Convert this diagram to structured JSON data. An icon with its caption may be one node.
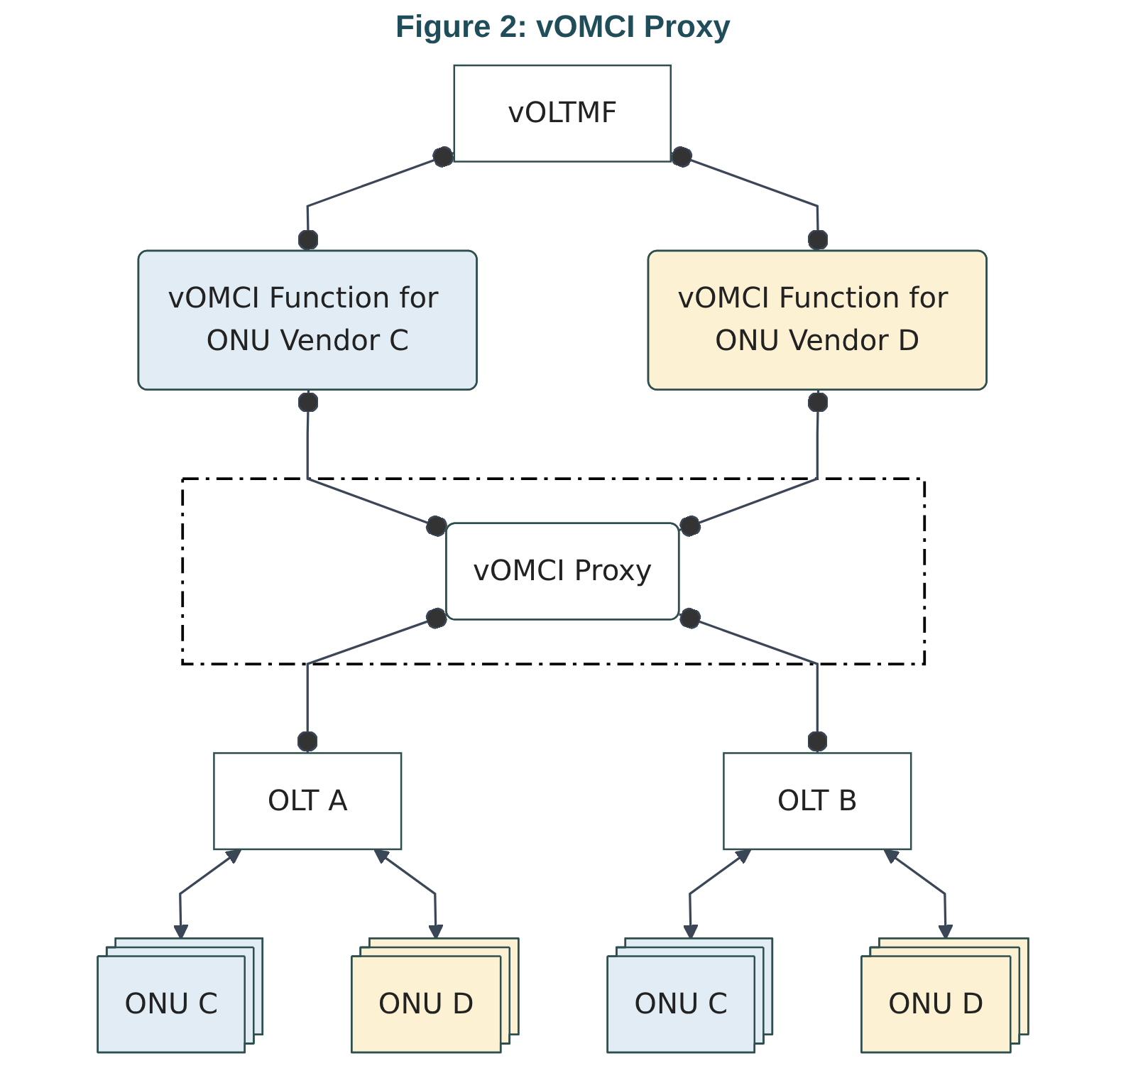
{
  "diagram": {
    "title": "Figure 2: vOMCI Proxy",
    "nodes": [
      {
        "text": [
          "vOLTMF"
        ]
      },
      {
        "text": [
          "vOMCI Function for ONU Vendor C"
        ]
      },
      {
        "text": [
          "vOMCI Function for ONU Vendor D"
        ]
      },
      {
        "text": [],
        "shape": "box"
      },
      {
        "text": [
          "vOMCI Proxy"
        ],
        "in": 3
      },
      {
        "text": [
          "OLT A"
        ]
      },
      {
        "text": [
          "OLT B"
        ]
      },
      {
        "text": [
          "ONU C"
        ]
      },
      {
        "text": [
          "ONU D"
        ]
      },
      {
        "text": [
          "ONU C"
        ]
      },
      {
        "text": [
          "ONU D"
        ]
      }
    ],
    "edges": [
      {
        "from": 0,
        "to": 1,
        "arrow": "other"
      },
      {
        "from": 0,
        "to": 2,
        "arrow": "other"
      },
      {
        "from": 1,
        "to": 4,
        "arrow": "other"
      },
      {
        "from": 2,
        "to": 4,
        "arrow": "other"
      },
      {
        "from": 4,
        "to": 5,
        "arrow": "other"
      },
      {
        "from": 4,
        "to": 6,
        "arrow": "other"
      },
      {
        "from": 5,
        "to": 7,
        "arrow": "both"
      },
      {
        "from": 5,
        "to": 8,
        "arrow": "both"
      },
      {
        "from": 6,
        "to": 9,
        "arrow": "both"
      },
      {
        "from": 6,
        "to": 10,
        "arrow": "both"
      }
    ]
  }
}
